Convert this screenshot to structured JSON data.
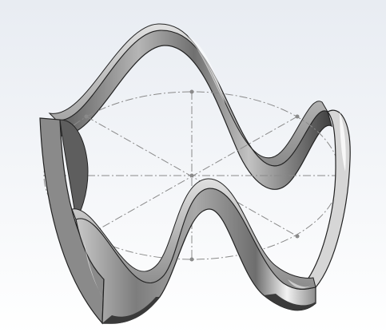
{
  "viewport": {
    "background_top": "#e8ecf2",
    "background_bottom": "#ffffff"
  },
  "model": {
    "shape": "wavy ring band (saddle-shaped ribbon)",
    "surface_color": "#9a9a9a",
    "highlight_color": "#f4f4f4",
    "shadow_color": "#3a3a3a",
    "edge_color": "#222222"
  },
  "sketch": {
    "line_style": "dash-dot",
    "line_color": "#8a8a8a",
    "point_color": "#8a8a8a",
    "icons": [
      "sketch-circle",
      "sketch-centerline",
      "sketch-point"
    ]
  }
}
